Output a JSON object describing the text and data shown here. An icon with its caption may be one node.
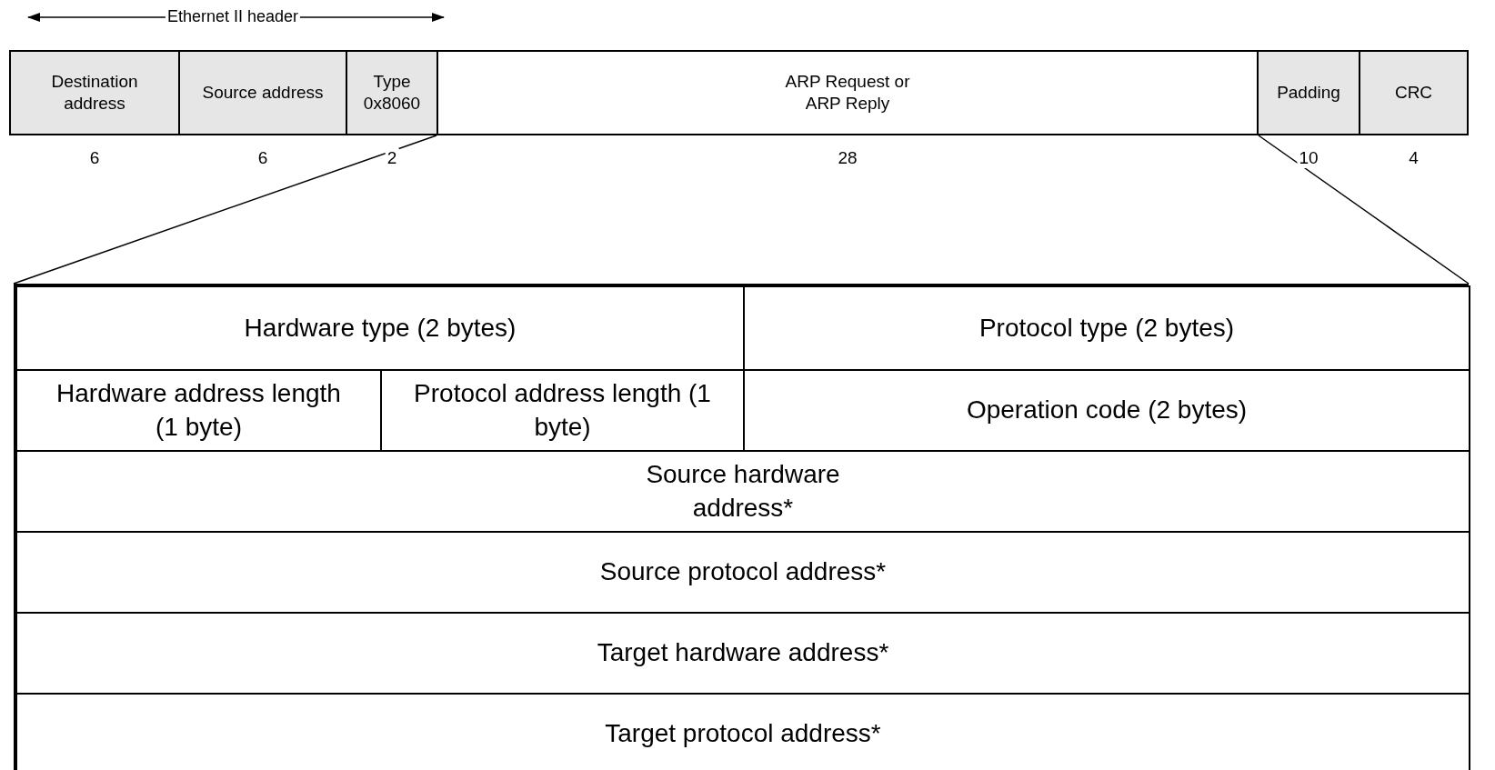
{
  "diagram": {
    "nodes": [
      {
        "text": [
          "Destination address"
        ],
        "beside": [
          "6"
        ]
      },
      {
        "text": [
          "Source address"
        ],
        "beside": [
          "6"
        ]
      },
      {
        "text": [
          "Type 0x8060"
        ],
        "beside": [
          "2"
        ]
      },
      {
        "text": [
          "ARP Request or ARP Reply"
        ],
        "beside": [
          "28"
        ]
      },
      {
        "text": [
          "Padding"
        ],
        "beside": [
          "10"
        ]
      },
      {
        "text": [
          "CRC"
        ],
        "beside": [
          "4"
        ]
      },
      {
        "text": [],
        "shape": "box"
      },
      {
        "text": [
          "Hardware type (2 bytes)"
        ],
        "in": 6
      },
      {
        "text": [
          "Protocol type (2 bytes)"
        ],
        "in": 6
      },
      {
        "text": [
          "Hardware address length (1 byte)"
        ],
        "in": 6
      },
      {
        "text": [
          "Protocol address length (1 byte)"
        ],
        "in": 6
      },
      {
        "text": [
          "Operation code (2 bytes)"
        ],
        "in": 6
      },
      {
        "text": [
          "Source hardware address*"
        ],
        "in": 6
      },
      {
        "text": [
          "Source protocol address*"
        ],
        "in": 6
      },
      {
        "text": [
          "Target hardware address*"
        ],
        "in": 6
      },
      {
        "text": [
          "Target protocol address*"
        ],
        "in": 6
      }
    ],
    "edges": [
      {
        "from": 3,
        "to": 6,
        "arrow": "none"
      },
      {
        "from": 3,
        "to": 6,
        "arrow": "none"
      }
    ],
    "labels": [
      "Ethernet II header"
    ]
  }
}
